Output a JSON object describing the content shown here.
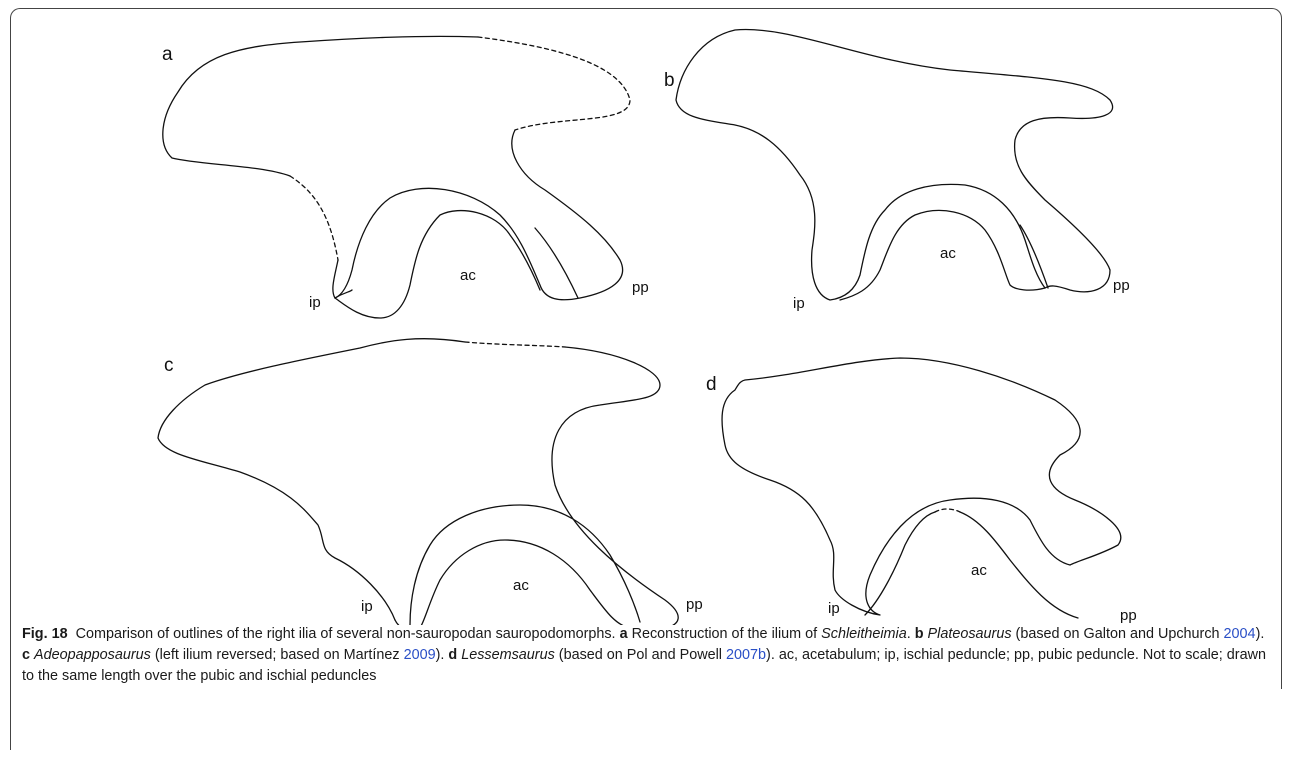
{
  "figure": {
    "panels": [
      {
        "id": "a",
        "label": "a",
        "parts": {
          "ac": "ac",
          "ip": "ip",
          "pp": "pp"
        }
      },
      {
        "id": "b",
        "label": "b",
        "parts": {
          "ac": "ac",
          "ip": "ip",
          "pp": "pp"
        }
      },
      {
        "id": "c",
        "label": "c",
        "parts": {
          "ac": "ac",
          "ip": "ip",
          "pp": "pp"
        }
      },
      {
        "id": "d",
        "label": "d",
        "parts": {
          "ac": "ac",
          "ip": "ip",
          "pp": "pp"
        }
      }
    ]
  },
  "caption": {
    "fig_label": "Fig. 18",
    "intro": "Comparison of outlines of the right ilia of several non-sauropodan sauropodomorphs.",
    "a_label": "a",
    "a_text": "Reconstruction of the ilium of",
    "a_taxon": "Schleitheimia",
    "b_label": "b",
    "b_taxon": "Plateosaurus",
    "b_text": "(based on Galton and Upchurch",
    "b_ref": "2004",
    "c_label": "c",
    "c_taxon": "Adeopapposaurus",
    "c_text": "(left ilium reversed; based on Martínez",
    "c_ref": "2009",
    "d_label": "d",
    "d_taxon": "Lessemsaurus",
    "d_text": "(based on Pol and Powell",
    "d_ref": "2007b",
    "abbrev": "ac, acetabulum; ip, ischial peduncle; pp, pubic peduncle. Not to scale; drawn to the same length over the pubic and ischial peduncles",
    "link_color": "#2a4fc6"
  }
}
